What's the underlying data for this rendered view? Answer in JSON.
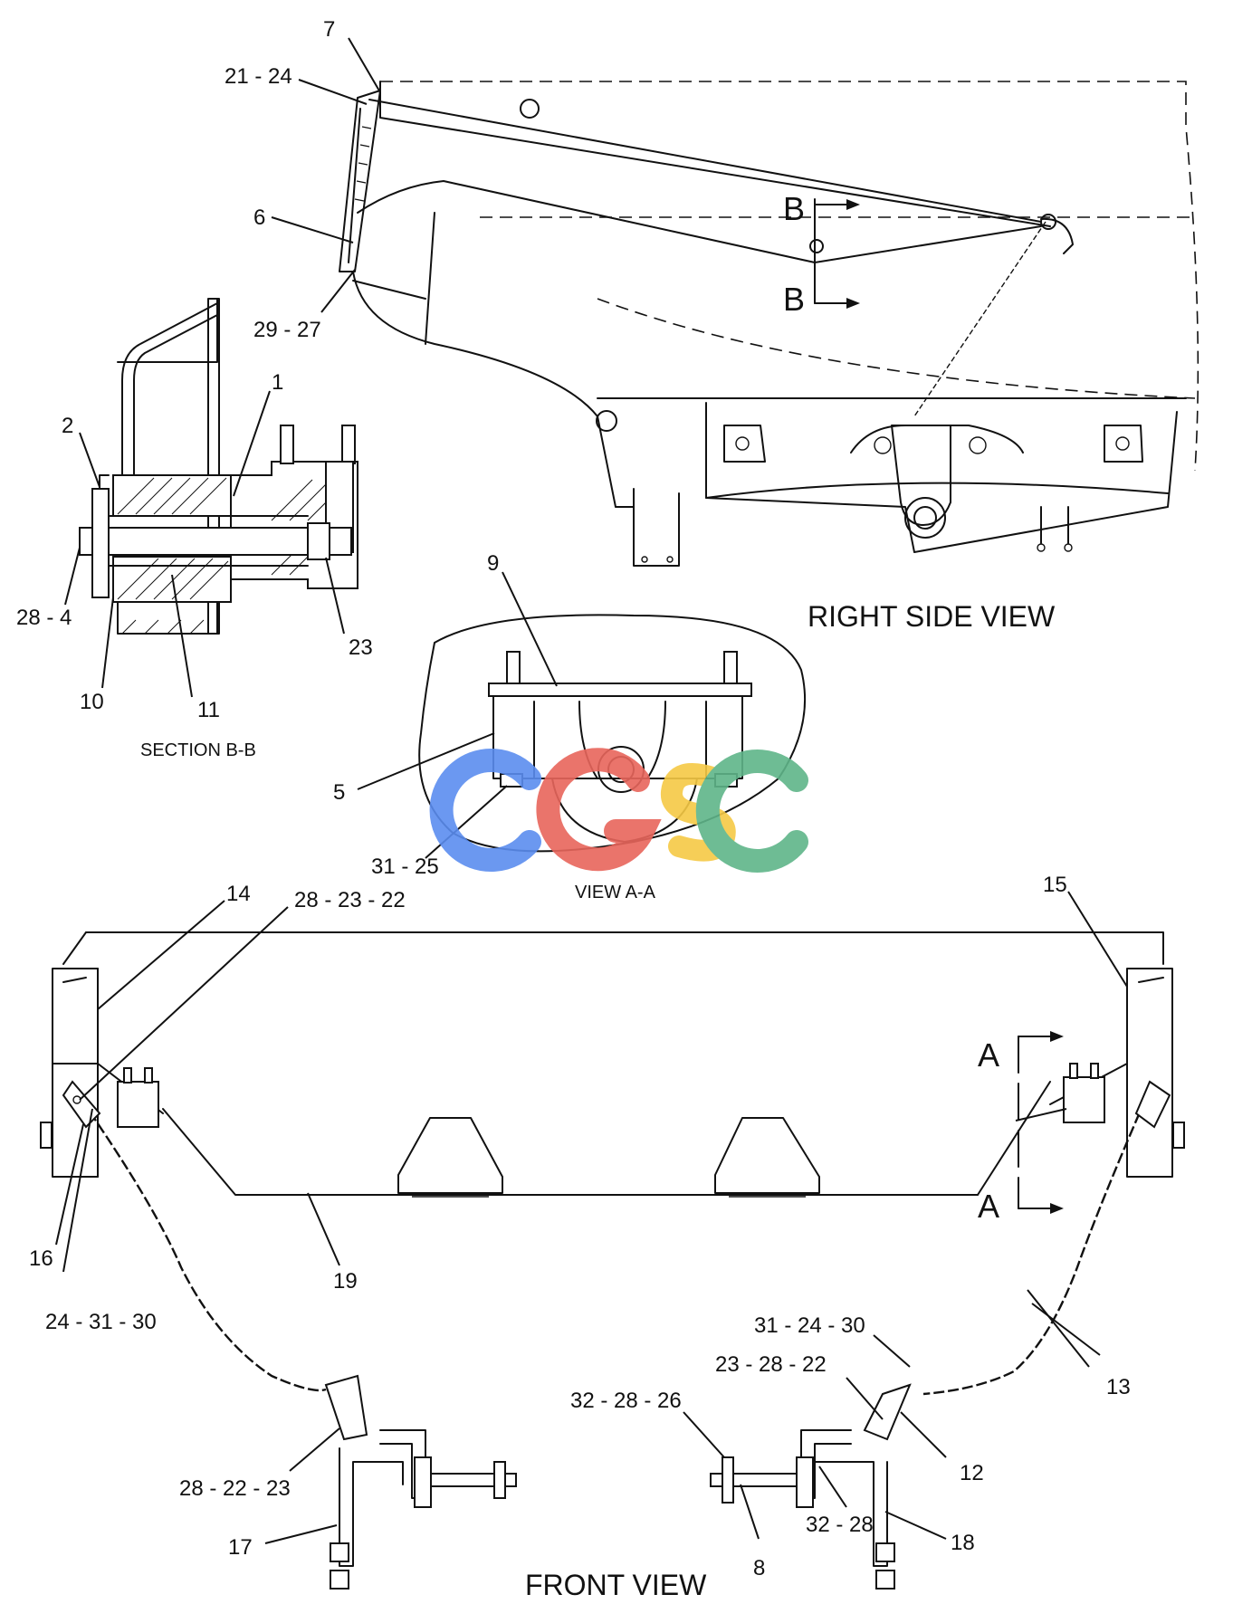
{
  "views": {
    "right_side": "RIGHT SIDE VIEW",
    "section_bb": "SECTION B-B",
    "view_aa": "VIEW A-A",
    "front": "FRONT VIEW"
  },
  "section_marks": {
    "b": "B",
    "a": "A"
  },
  "callouts": [
    {
      "id": "c7",
      "text": "7"
    },
    {
      "id": "c21_24",
      "text": "21 - 24"
    },
    {
      "id": "c6",
      "text": "6"
    },
    {
      "id": "c29_27",
      "text": "29 - 27"
    },
    {
      "id": "c2",
      "text": "2"
    },
    {
      "id": "c1",
      "text": "1"
    },
    {
      "id": "c28_4",
      "text": "28 - 4"
    },
    {
      "id": "c23a",
      "text": "23"
    },
    {
      "id": "c10",
      "text": "10"
    },
    {
      "id": "c11",
      "text": "11"
    },
    {
      "id": "c9",
      "text": "9"
    },
    {
      "id": "c5",
      "text": "5"
    },
    {
      "id": "c31_25",
      "text": "31 - 25"
    },
    {
      "id": "c14",
      "text": "14"
    },
    {
      "id": "c28_23_22",
      "text": "28 - 23 - 22"
    },
    {
      "id": "c15",
      "text": "15"
    },
    {
      "id": "c16",
      "text": "16"
    },
    {
      "id": "c24_31_30",
      "text": "24 - 31 - 30"
    },
    {
      "id": "c19",
      "text": "19"
    },
    {
      "id": "c31_24_30",
      "text": "31 - 24 - 30"
    },
    {
      "id": "c23_28_22",
      "text": "23 - 28 - 22"
    },
    {
      "id": "c13",
      "text": "13"
    },
    {
      "id": "c32_28_26",
      "text": "32 - 28 - 26"
    },
    {
      "id": "c12",
      "text": "12"
    },
    {
      "id": "c28_22_23",
      "text": "28 - 22 - 23"
    },
    {
      "id": "c17",
      "text": "17"
    },
    {
      "id": "c8",
      "text": "8"
    },
    {
      "id": "c32_28",
      "text": "32 - 28"
    },
    {
      "id": "c18",
      "text": "18"
    }
  ],
  "watermark": {
    "text": "CGSC",
    "colors": [
      "#5b8def",
      "#e8665c",
      "#f6c945",
      "#5fb589"
    ]
  }
}
